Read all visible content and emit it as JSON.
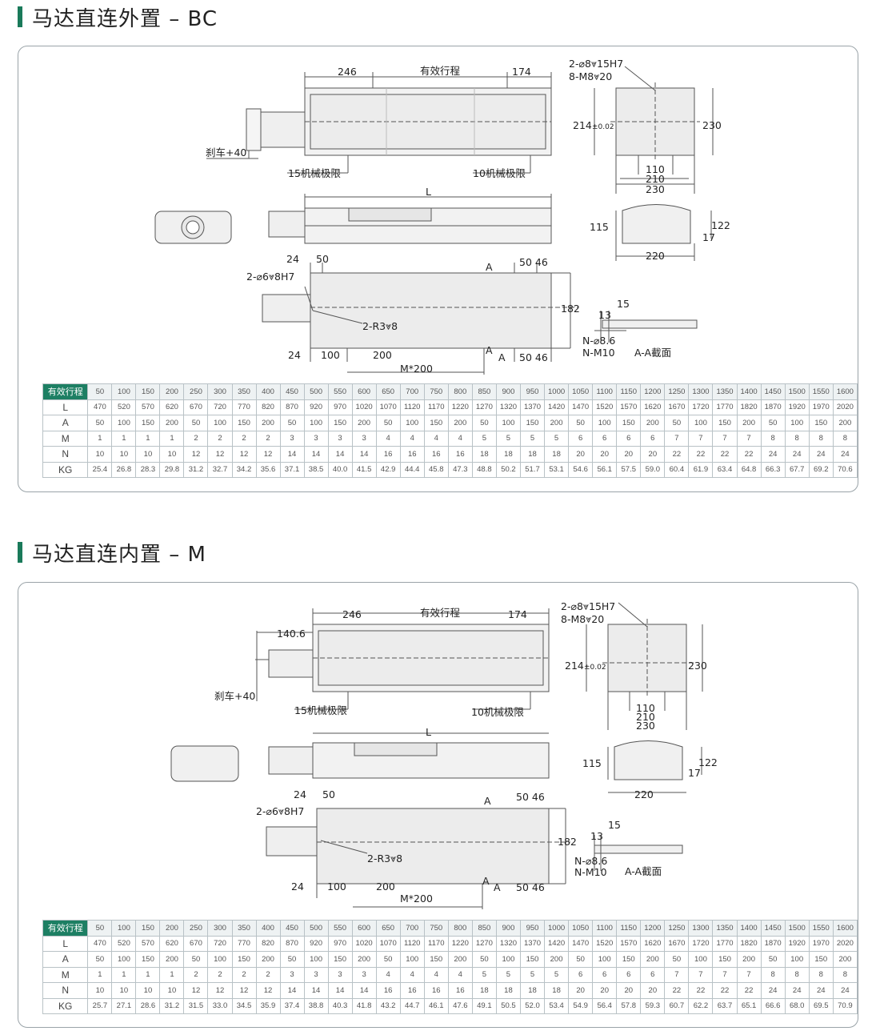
{
  "sections": [
    {
      "title": "马达直连外置 – BC",
      "labels": {
        "dim_246": "246",
        "stroke": "有效行程",
        "dim_174": "174",
        "hole1": "2-⌀8⩔15H7",
        "hole2": "8-M8⩔20",
        "dim_214": "214",
        "tol": "±0.02",
        "dim_230": "230",
        "brake": "刹车+40",
        "limit15": "15机械极限",
        "limit10": "10机械极限",
        "w110": "110",
        "w210": "210",
        "w230": "230",
        "L": "L",
        "h115": "115",
        "h122": "122",
        "h17": "17",
        "w220": "220",
        "d24a": "24",
        "d50": "50",
        "secA1": "A",
        "d5046": "50 46",
        "hole3": "2-⌀6⩔8H7",
        "d182": "182",
        "r3": "2-R3⩔8",
        "d13": "13",
        "d15": "15",
        "n86": "N-⌀8.6",
        "nm10": "N-M10",
        "aa": "A-A截面",
        "d24b": "24",
        "d100": "100",
        "d200": "200",
        "secA2": "A",
        "secA3": "A",
        "d5046b": "50 46",
        "m200": "M*200"
      },
      "table": {
        "rows": [
          {
            "label": "有效行程",
            "values": [
              "50",
              "100",
              "150",
              "200",
              "250",
              "300",
              "350",
              "400",
              "450",
              "500",
              "550",
              "600",
              "650",
              "700",
              "750",
              "800",
              "850",
              "900",
              "950",
              "1000",
              "1050",
              "1100",
              "1150",
              "1200",
              "1250",
              "1300",
              "1350",
              "1400",
              "1450",
              "1500",
              "1550",
              "1600"
            ]
          },
          {
            "label": "L",
            "values": [
              "470",
              "520",
              "570",
              "620",
              "670",
              "720",
              "770",
              "820",
              "870",
              "920",
              "970",
              "1020",
              "1070",
              "1120",
              "1170",
              "1220",
              "1270",
              "1320",
              "1370",
              "1420",
              "1470",
              "1520",
              "1570",
              "1620",
              "1670",
              "1720",
              "1770",
              "1820",
              "1870",
              "1920",
              "1970",
              "2020"
            ]
          },
          {
            "label": "A",
            "values": [
              "50",
              "100",
              "150",
              "200",
              "50",
              "100",
              "150",
              "200",
              "50",
              "100",
              "150",
              "200",
              "50",
              "100",
              "150",
              "200",
              "50",
              "100",
              "150",
              "200",
              "50",
              "100",
              "150",
              "200",
              "50",
              "100",
              "150",
              "200",
              "50",
              "100",
              "150",
              "200"
            ]
          },
          {
            "label": "M",
            "values": [
              "1",
              "1",
              "1",
              "1",
              "2",
              "2",
              "2",
              "2",
              "3",
              "3",
              "3",
              "3",
              "4",
              "4",
              "4",
              "4",
              "5",
              "5",
              "5",
              "5",
              "6",
              "6",
              "6",
              "6",
              "7",
              "7",
              "7",
              "7",
              "8",
              "8",
              "8",
              "8"
            ]
          },
          {
            "label": "N",
            "values": [
              "10",
              "10",
              "10",
              "10",
              "12",
              "12",
              "12",
              "12",
              "14",
              "14",
              "14",
              "14",
              "16",
              "16",
              "16",
              "16",
              "18",
              "18",
              "18",
              "18",
              "20",
              "20",
              "20",
              "20",
              "22",
              "22",
              "22",
              "22",
              "24",
              "24",
              "24",
              "24"
            ]
          },
          {
            "label": "KG",
            "values": [
              "25.4",
              "26.8",
              "28.3",
              "29.8",
              "31.2",
              "32.7",
              "34.2",
              "35.6",
              "37.1",
              "38.5",
              "40.0",
              "41.5",
              "42.9",
              "44.4",
              "45.8",
              "47.3",
              "48.8",
              "50.2",
              "51.7",
              "53.1",
              "54.6",
              "56.1",
              "57.5",
              "59.0",
              "60.4",
              "61.9",
              "63.4",
              "64.8",
              "66.3",
              "67.7",
              "69.2",
              "70.6"
            ]
          }
        ]
      }
    },
    {
      "title": "马达直连内置 – M",
      "labels": {
        "dim_246": "246",
        "stroke": "有效行程",
        "dim_174": "174",
        "hole1": "2-⌀8⩔15H7",
        "hole2": "8-M8⩔20",
        "dim_214": "214",
        "tol": "±0.02",
        "dim_230": "230",
        "brake": "刹车+40",
        "d1406": "140.6",
        "limit15": "15机械极限",
        "limit10": "10机械极限",
        "w110": "110",
        "w210": "210",
        "w230": "230",
        "L": "L",
        "h115": "115",
        "h122": "122",
        "h17": "17",
        "w220": "220",
        "d24a": "24",
        "d50": "50",
        "secA1": "A",
        "d5046": "50 46",
        "hole3": "2-⌀6⩔8H7",
        "d182": "182",
        "r3": "2-R3⩔8",
        "d13": "13",
        "d15": "15",
        "n86": "N-⌀8.6",
        "nm10": "N-M10",
        "aa": "A-A截面",
        "d24b": "24",
        "d100": "100",
        "d200": "200",
        "secA2": "A",
        "secA3": "A",
        "d5046b": "50 46",
        "m200": "M*200"
      },
      "table": {
        "rows": [
          {
            "label": "有效行程",
            "values": [
              "50",
              "100",
              "150",
              "200",
              "250",
              "300",
              "350",
              "400",
              "450",
              "500",
              "550",
              "600",
              "650",
              "700",
              "750",
              "800",
              "850",
              "900",
              "950",
              "1000",
              "1050",
              "1100",
              "1150",
              "1200",
              "1250",
              "1300",
              "1350",
              "1400",
              "1450",
              "1500",
              "1550",
              "1600"
            ]
          },
          {
            "label": "L",
            "values": [
              "470",
              "520",
              "570",
              "620",
              "670",
              "720",
              "770",
              "820",
              "870",
              "920",
              "970",
              "1020",
              "1070",
              "1120",
              "1170",
              "1220",
              "1270",
              "1320",
              "1370",
              "1420",
              "1470",
              "1520",
              "1570",
              "1620",
              "1670",
              "1720",
              "1770",
              "1820",
              "1870",
              "1920",
              "1970",
              "2020"
            ]
          },
          {
            "label": "A",
            "values": [
              "50",
              "100",
              "150",
              "200",
              "50",
              "100",
              "150",
              "200",
              "50",
              "100",
              "150",
              "200",
              "50",
              "100",
              "150",
              "200",
              "50",
              "100",
              "150",
              "200",
              "50",
              "100",
              "150",
              "200",
              "50",
              "100",
              "150",
              "200",
              "50",
              "100",
              "150",
              "200"
            ]
          },
          {
            "label": "M",
            "values": [
              "1",
              "1",
              "1",
              "1",
              "2",
              "2",
              "2",
              "2",
              "3",
              "3",
              "3",
              "3",
              "4",
              "4",
              "4",
              "4",
              "5",
              "5",
              "5",
              "5",
              "6",
              "6",
              "6",
              "6",
              "7",
              "7",
              "7",
              "7",
              "8",
              "8",
              "8",
              "8"
            ]
          },
          {
            "label": "N",
            "values": [
              "10",
              "10",
              "10",
              "10",
              "12",
              "12",
              "12",
              "12",
              "14",
              "14",
              "14",
              "14",
              "16",
              "16",
              "16",
              "16",
              "18",
              "18",
              "18",
              "18",
              "20",
              "20",
              "20",
              "20",
              "22",
              "22",
              "22",
              "22",
              "24",
              "24",
              "24",
              "24"
            ]
          },
          {
            "label": "KG",
            "values": [
              "25.7",
              "27.1",
              "28.6",
              "31.2",
              "31.5",
              "33.0",
              "34.5",
              "35.9",
              "37.4",
              "38.8",
              "40.3",
              "41.8",
              "43.2",
              "44.7",
              "46.1",
              "47.6",
              "49.1",
              "50.5",
              "52.0",
              "53.4",
              "54.9",
              "56.4",
              "57.8",
              "59.3",
              "60.7",
              "62.2",
              "63.7",
              "65.1",
              "66.6",
              "68.0",
              "69.5",
              "70.9"
            ]
          }
        ]
      }
    }
  ]
}
